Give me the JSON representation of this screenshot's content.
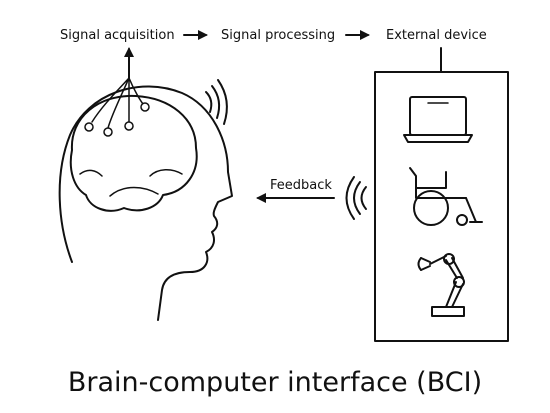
{
  "pipeline": {
    "step1": "Signal acquisition",
    "step2": "Signal processing",
    "step3": "External device"
  },
  "feedback_label": "Feedback",
  "caption": "Brain-computer interface (BCI)",
  "colors": {
    "line": "#111111",
    "brain_fill": "#d9d9d9",
    "background": "#ffffff"
  },
  "devices": [
    "laptop-icon",
    "wheelchair-icon",
    "robotic-arm-icon"
  ]
}
